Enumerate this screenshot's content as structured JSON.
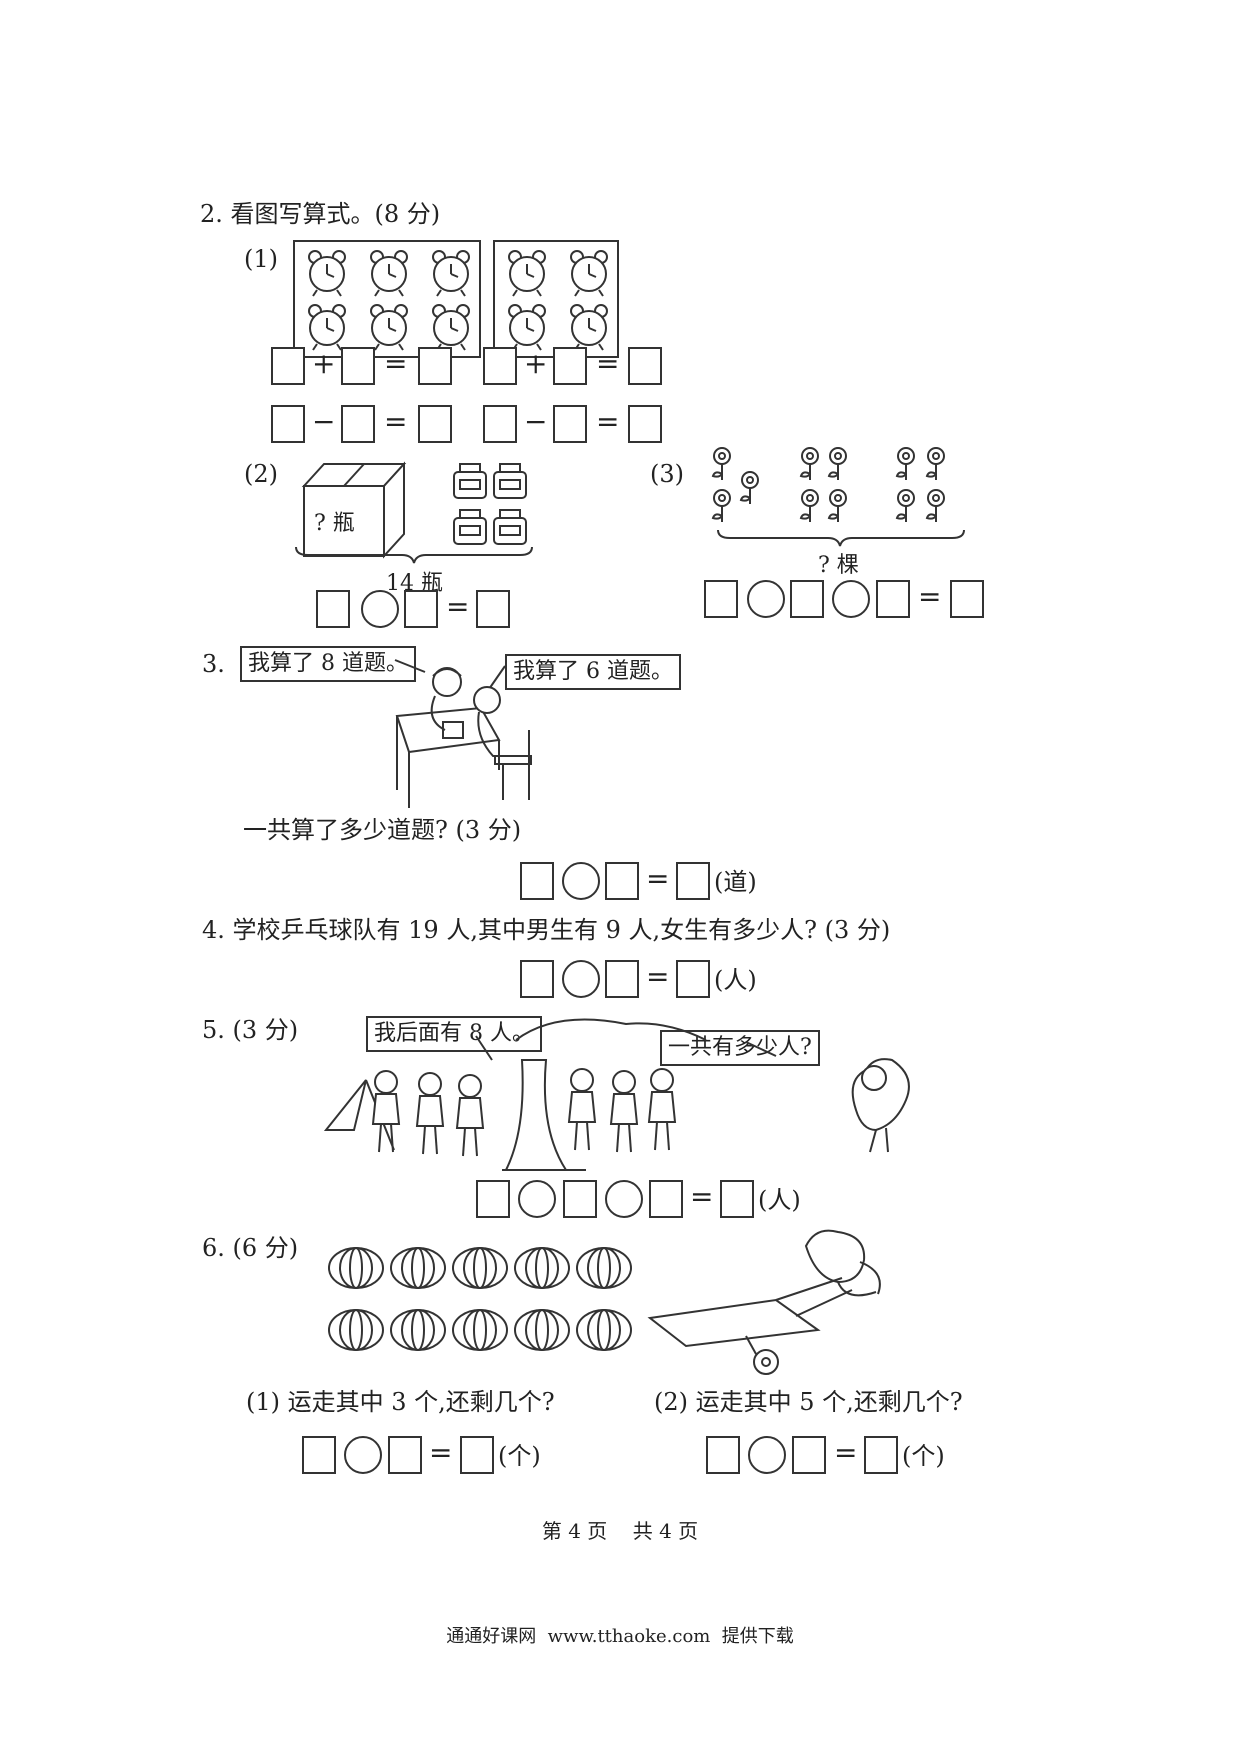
{
  "q2": {
    "title": "2. 看图写算式。(8 分)",
    "p1_label": "(1)",
    "p2_label": "(2)",
    "p2_box_text": "? 瓶",
    "p2_total": "14 瓶",
    "p3_label": "(3)",
    "p3_total": "? 棵",
    "plus": "+",
    "minus": "−",
    "equals": "="
  },
  "q3": {
    "number": "3.",
    "bubble_left": "我算了 8 道题。",
    "bubble_right": "我算了 6 道题。",
    "question": "一共算了多少道题? (3 分)",
    "unit": "(道)",
    "equals": "="
  },
  "q4": {
    "text": "4. 学校乒乓球队有 19 人,其中男生有 9 人,女生有多少人? (3 分)",
    "unit": "(人)",
    "equals": "="
  },
  "q5": {
    "label": "5. (3 分)",
    "bubble_left": "我后面有 8 人。",
    "bubble_right": "一共有多少人?",
    "unit": "(人)",
    "equals": "="
  },
  "q6": {
    "label": "6. (6 分)",
    "sub1": "(1) 运走其中 3 个,还剩几个?",
    "sub2": "(2) 运走其中 5 个,还剩几个?",
    "unit": "(个)",
    "equals": "="
  },
  "footer": {
    "page": "第 4 页    共 4 页",
    "source": "通通好课网  www.tthaoke.com  提供下载"
  },
  "icons": [
    "alarm-clock-icon",
    "ink-bottle-icon",
    "flower-icon",
    "pumpkin-icon",
    "cart-icon"
  ]
}
